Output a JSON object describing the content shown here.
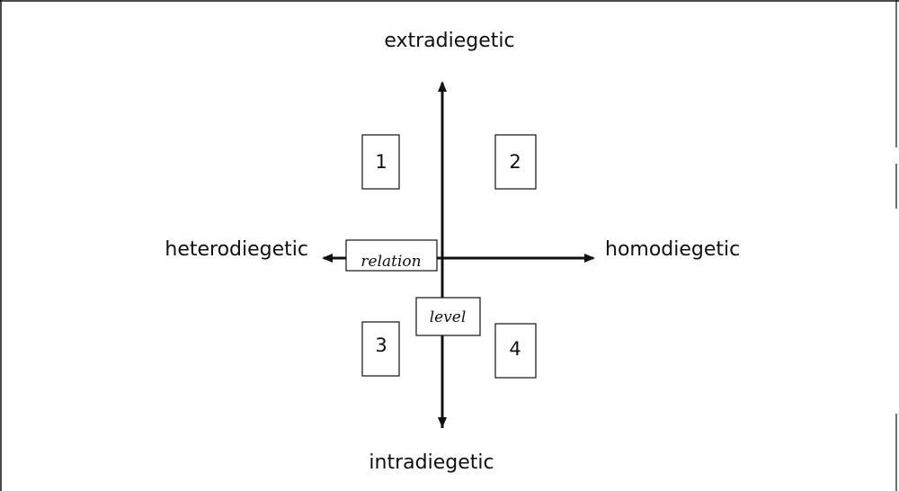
{
  "poles": {
    "top": "extradiegetic",
    "bottom": "intradiegetic",
    "left": "heterodiegetic",
    "right": "homodiegetic"
  },
  "axes": {
    "horizontal_label": "relation",
    "vertical_label": "level"
  },
  "quadrants": [
    "1",
    "2",
    "3",
    "4"
  ]
}
